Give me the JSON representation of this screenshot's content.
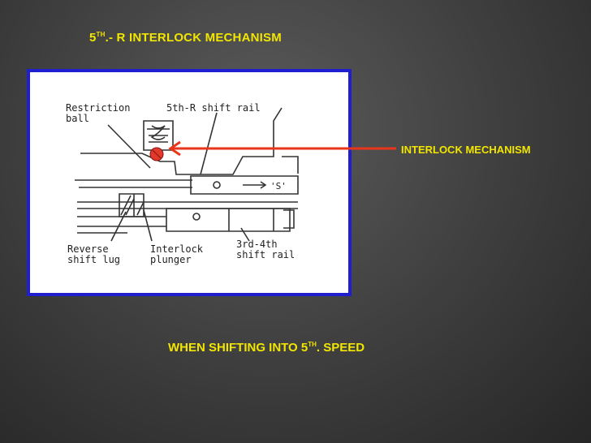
{
  "slide": {
    "title_prefix": "5",
    "title_sup": "TH",
    "title_rest": ".- R INTERLOCK MECHANISM",
    "callout": "INTERLOCK MECHANISM",
    "caption_prefix": "WHEN SHIFTING INTO 5",
    "caption_sup": "TH",
    "caption_rest": ". SPEED"
  },
  "figure": {
    "label_restriction_ball_1": "Restriction",
    "label_restriction_ball_2": "ball",
    "label_shift_rail": "5th-R shift rail",
    "label_reverse_1": "Reverse",
    "label_reverse_2": "shift lug",
    "label_plunger_1": "Interlock",
    "label_plunger_2": "plunger",
    "label_rail34_1": "3rd-4th",
    "label_rail34_2": "shift rail",
    "label_s": "'S'"
  },
  "colors": {
    "accent_text": "#f2e600",
    "frame": "#1f1fd0",
    "arrow": "#e8361a"
  }
}
